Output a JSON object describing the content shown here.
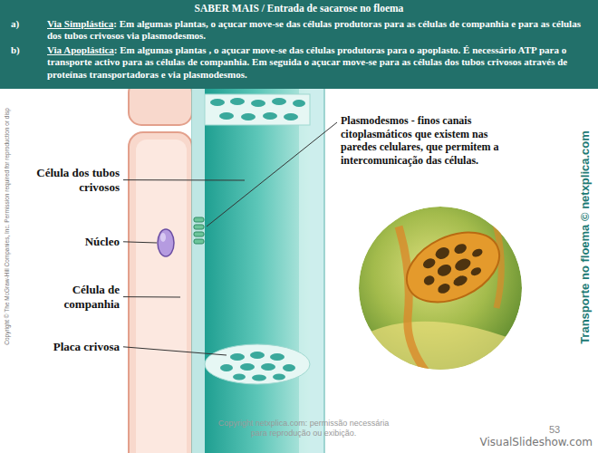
{
  "diagram": {
    "title": "SABER MAIS / Entrada de sacarose no floema",
    "nodes": [
      {
        "text": [
          "a)",
          "Via Simplástica",
          ": Em algumas plantas, o açucar move-se das células produtoras para as células de companhia e para as células dos tubos crivosos via plasmodesmos.",
          "b)",
          "Via Apoplástica",
          ": Em algumas plantas , o açucar move-se das células produtoras para o apoplasto. É necessário ATP para o transporte activo para as células de companhia. Em seguida o açucar move-se para as células dos tubos crivosos através de proteínas transportadoras e via plasmodesmos."
        ]
      }
    ],
    "labels": [
      "Célula dos tubos crivosos",
      "Núcleo",
      "Célula de companhia",
      "Placa crivosa",
      "Plasmodesmos",
      "- finos canais citoplasmáticos que existem nas paredes celulares, que permitem a intercomunicação das células.",
      "Transporte no floema © netxplica.com",
      "Copyright © The McGraw-Hill Companies, Inc. Permission required for reproduction or disp",
      "Copyright netxplica.com: permissão necessária para reprodução ou exibição.",
      "53",
      "VisualSlideshow.com"
    ]
  }
}
